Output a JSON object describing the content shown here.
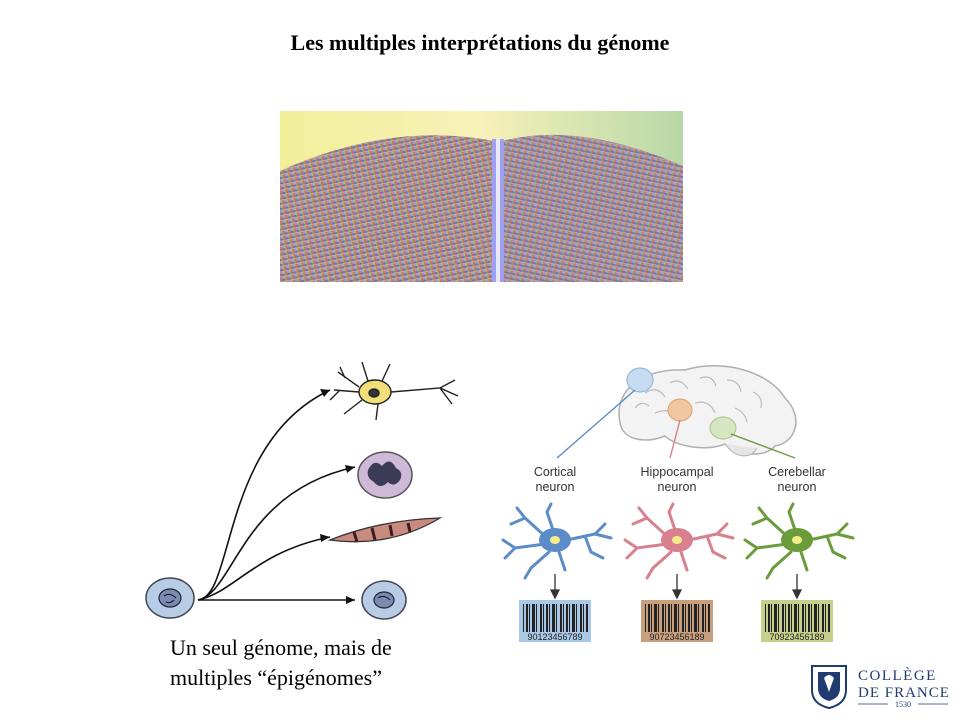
{
  "slide": {
    "title": "Les multiples interprétations du génome",
    "caption_line1": "Un seul génome,  mais de",
    "caption_line2": "multiples “épigénomes”"
  },
  "brain_panel": {
    "regions": [
      {
        "line1": "Cortical",
        "line2": "neuron",
        "color": "#5b8cc8",
        "barcode_bg": "#a8c8e6",
        "barcode_number": "90123456789"
      },
      {
        "line1": "Hippocampal",
        "line2": "neuron",
        "color": "#d9808e",
        "barcode_bg": "#c9a07e",
        "barcode_number": "90723456189"
      },
      {
        "line1": "Cerebellar",
        "line2": "neuron",
        "color": "#6a9c3c",
        "barcode_bg": "#c6d08c",
        "barcode_number": "70923456189"
      }
    ]
  },
  "logo": {
    "line1": "COLLÈGE",
    "line2": "DE FRANCE",
    "year": "1530"
  }
}
